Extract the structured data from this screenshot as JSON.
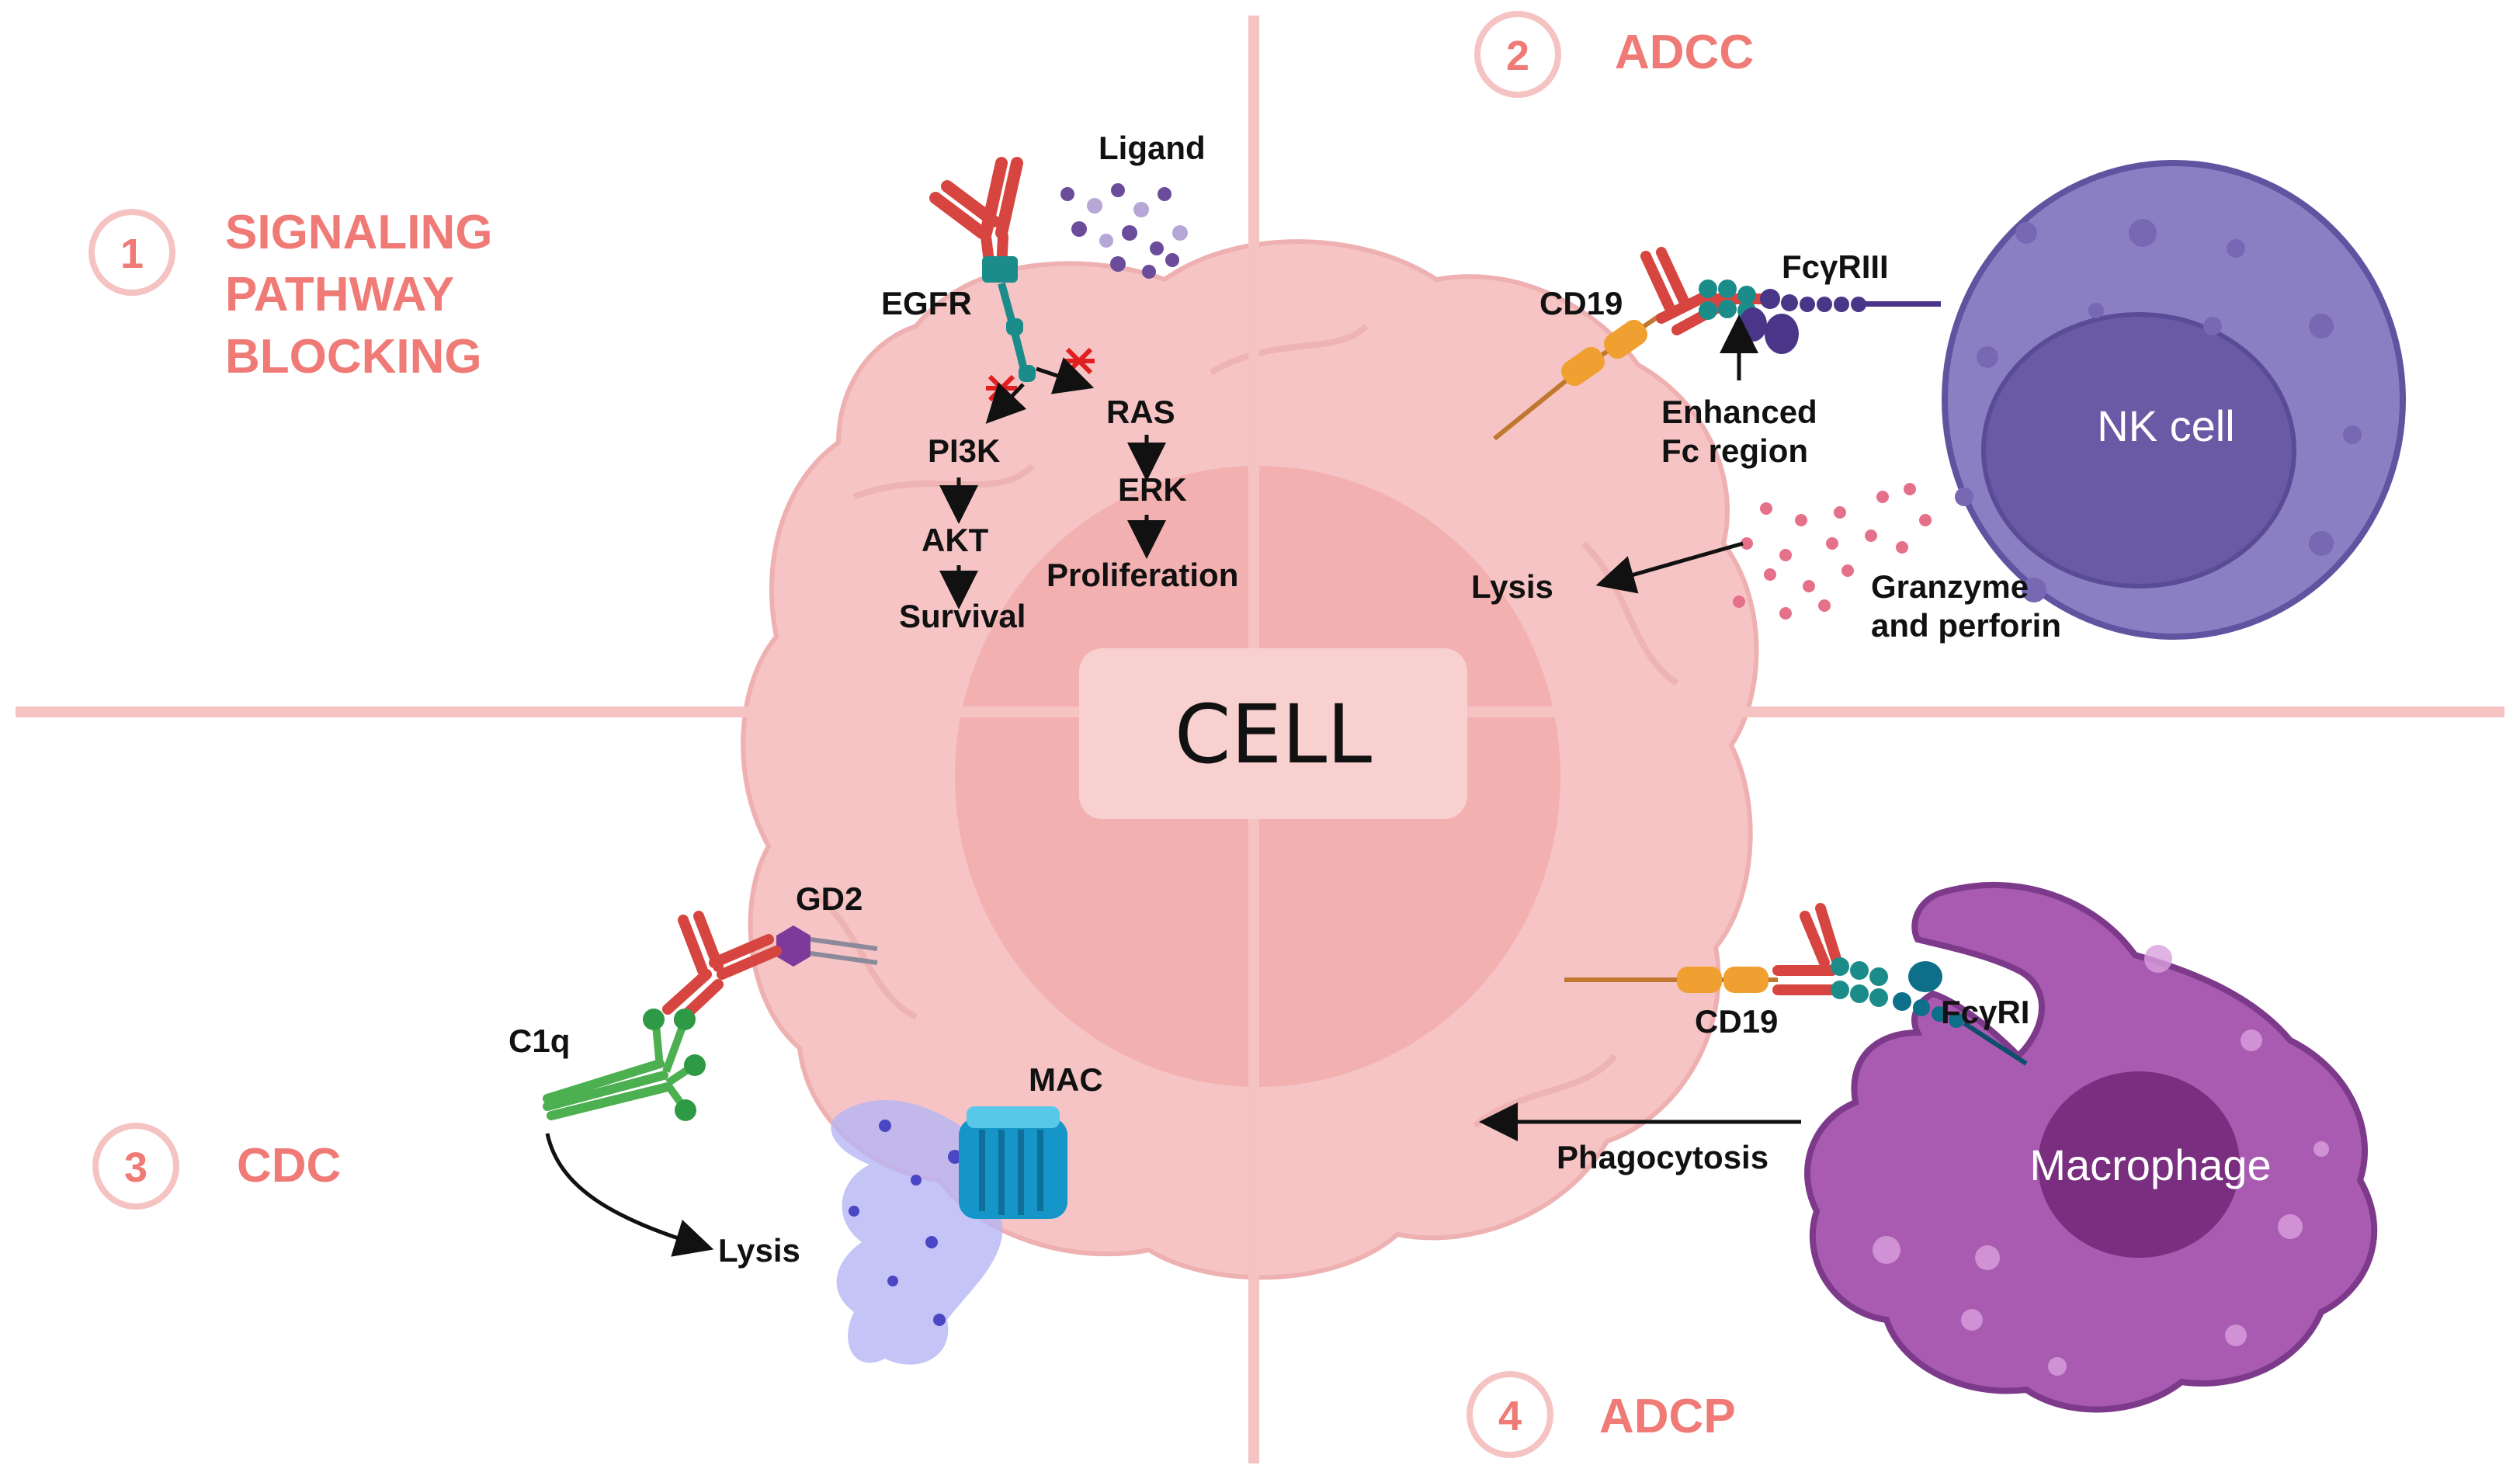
{
  "cell_label": "CELL",
  "sections": [
    {
      "number": "1",
      "title_lines": [
        "SIGNALING",
        "PATHWAY",
        "BLOCKING"
      ]
    },
    {
      "number": "2",
      "title_lines": [
        "ADCC"
      ]
    },
    {
      "number": "3",
      "title_lines": [
        "CDC"
      ]
    },
    {
      "number": "4",
      "title_lines": [
        "ADCP"
      ]
    }
  ],
  "signaling": {
    "ligand": "Ligand",
    "receptor": "EGFR",
    "left_path": [
      "PI3K",
      "AKT",
      "Survival"
    ],
    "right_path": [
      "RAS",
      "ERK",
      "Proliferation"
    ]
  },
  "adcc": {
    "antigen": "CD19",
    "receptor": "FcγRIII",
    "enhanced_lines": [
      "Enhanced",
      "Fc region"
    ],
    "lysis": "Lysis",
    "granzyme_lines": [
      "Granzyme",
      "and perforin"
    ],
    "effector_cell": "NK cell"
  },
  "cdc": {
    "antigen": "GD2",
    "complement": "C1q",
    "complex": "MAC",
    "lysis": "Lysis"
  },
  "adcp": {
    "antigen": "CD19",
    "receptor": "FcγRI",
    "action": "Phagocytosis",
    "effector_cell": "Macrophage"
  },
  "colors": {
    "section_accent": "#ef7a76",
    "cell_body": "#f6c4c4",
    "nucleus": "#f2a9ab",
    "nk_cell": "#8b7fc4",
    "macrophage": "#a85bb0",
    "divider": "#f6c3c3"
  }
}
